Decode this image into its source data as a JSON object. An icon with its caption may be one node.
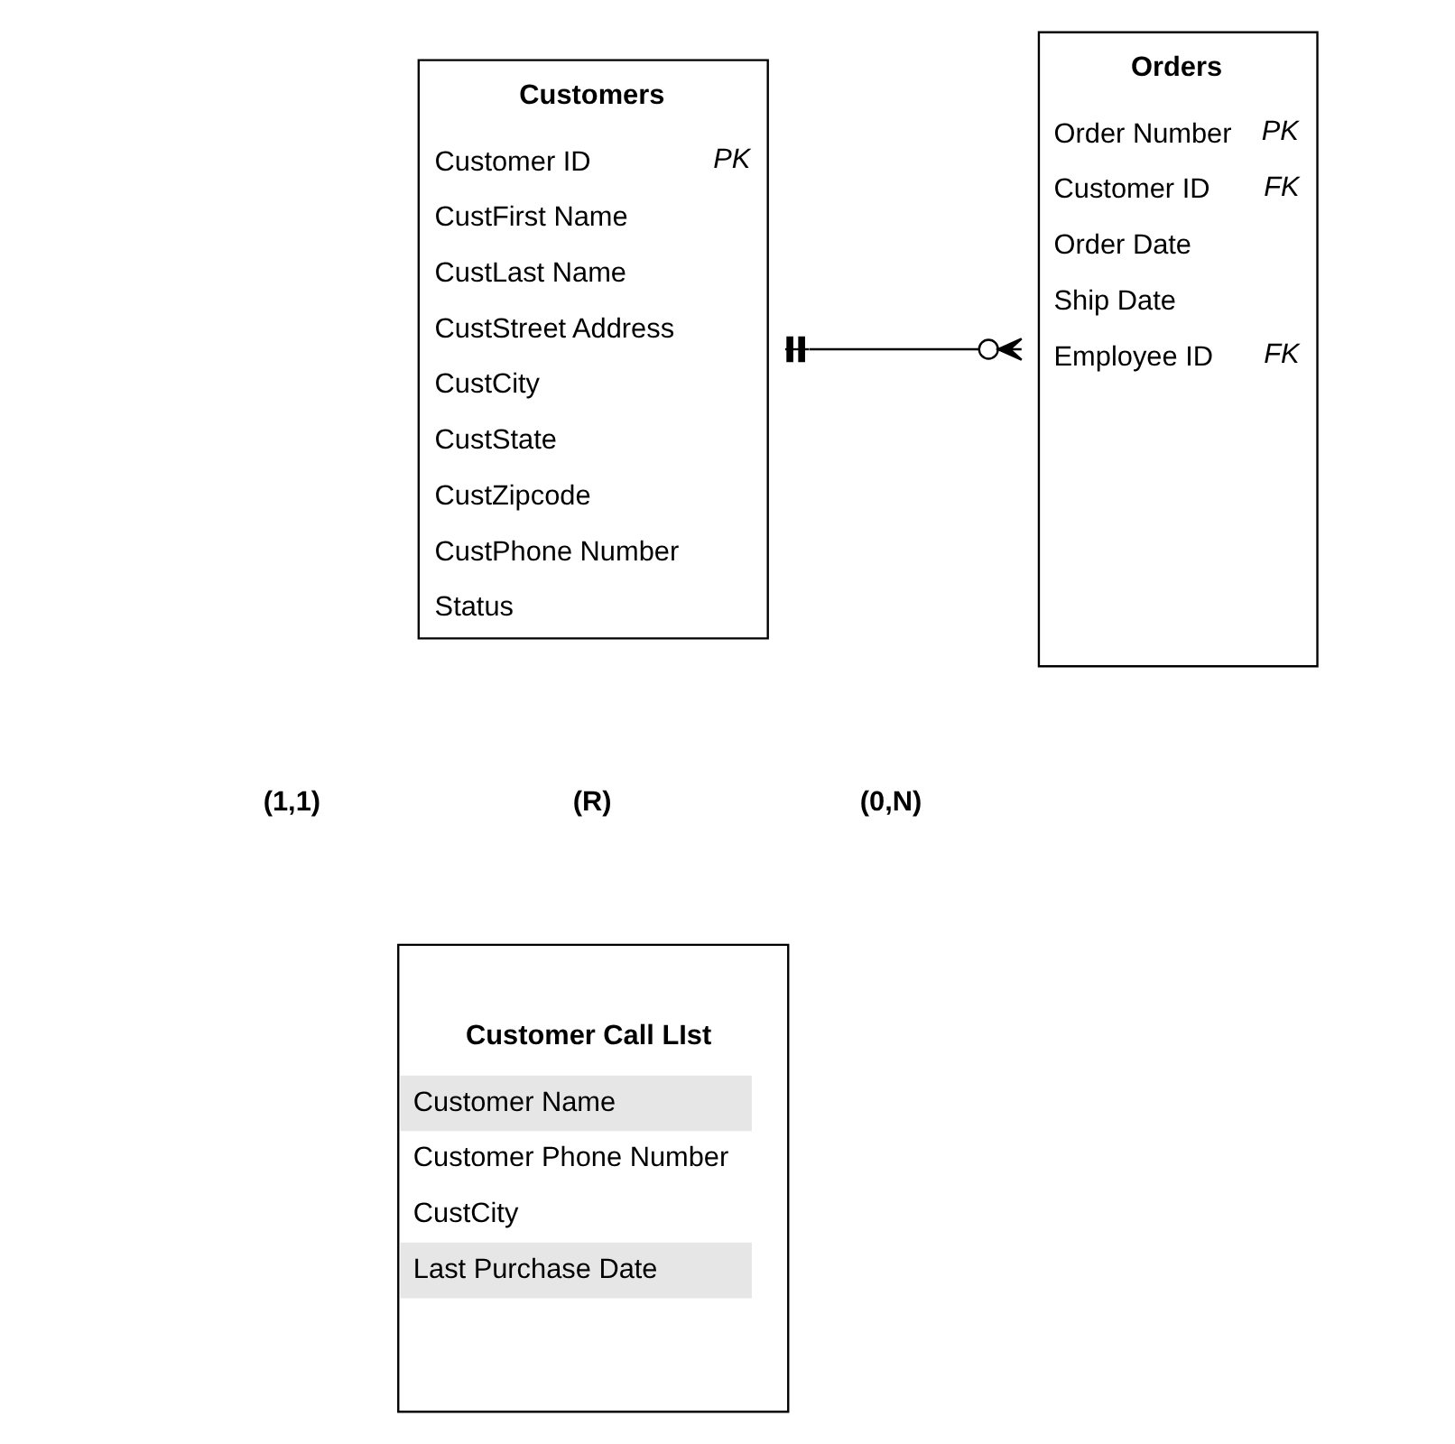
{
  "diagram": {
    "nodes": [
      {
        "text": [
          "Customers",
          "Customer ID",
          "PK",
          "CustFirst Name",
          "CustLast Name",
          "CustStreet Address",
          "CustCity",
          "CustState",
          "CustZipcode",
          "CustPhone Number",
          "Status"
        ]
      },
      {
        "text": [
          "Orders",
          "Order Number",
          "PK",
          "Customer ID",
          "FK",
          "Order Date",
          "Ship Date",
          "Employee ID",
          "FK"
        ]
      },
      {
        "text": [
          "Customer Call LIst",
          "Customer Name",
          "Customer Phone Number",
          "CustCity",
          "Last Purchase Date"
        ]
      }
    ],
    "edges": [
      {
        "from": 0,
        "to": 1,
        "arrow": "other"
      }
    ],
    "labels": [
      "(1,1)",
      "(R)",
      "(0,N)"
    ]
  }
}
